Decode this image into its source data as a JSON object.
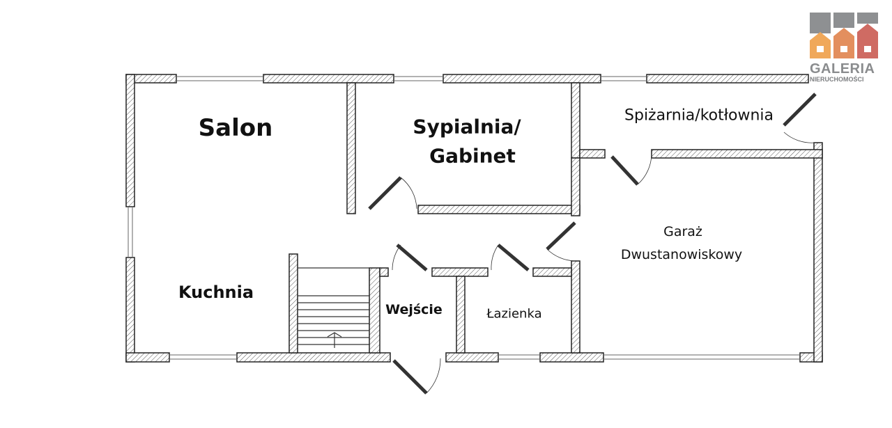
{
  "rooms": {
    "salon": "Salon",
    "sypialnia_line1": "Sypialnia/",
    "sypialnia_line2": "Gabinet",
    "spizarnia": "Spiżarnia/kotłownia",
    "garaz_line1": "Garaż",
    "garaz_line2": "Dwustanowiskowy",
    "kuchnia": "Kuchnia",
    "wejscie": "Wejście",
    "lazienka": "Łazienka"
  },
  "logo": {
    "name": "GALERIA",
    "subtitle": "NIERUCHOMOŚCI",
    "colors": [
      "#f0a85a",
      "#e38f5e",
      "#cf6b63"
    ],
    "roof_color": "#8e9092"
  }
}
